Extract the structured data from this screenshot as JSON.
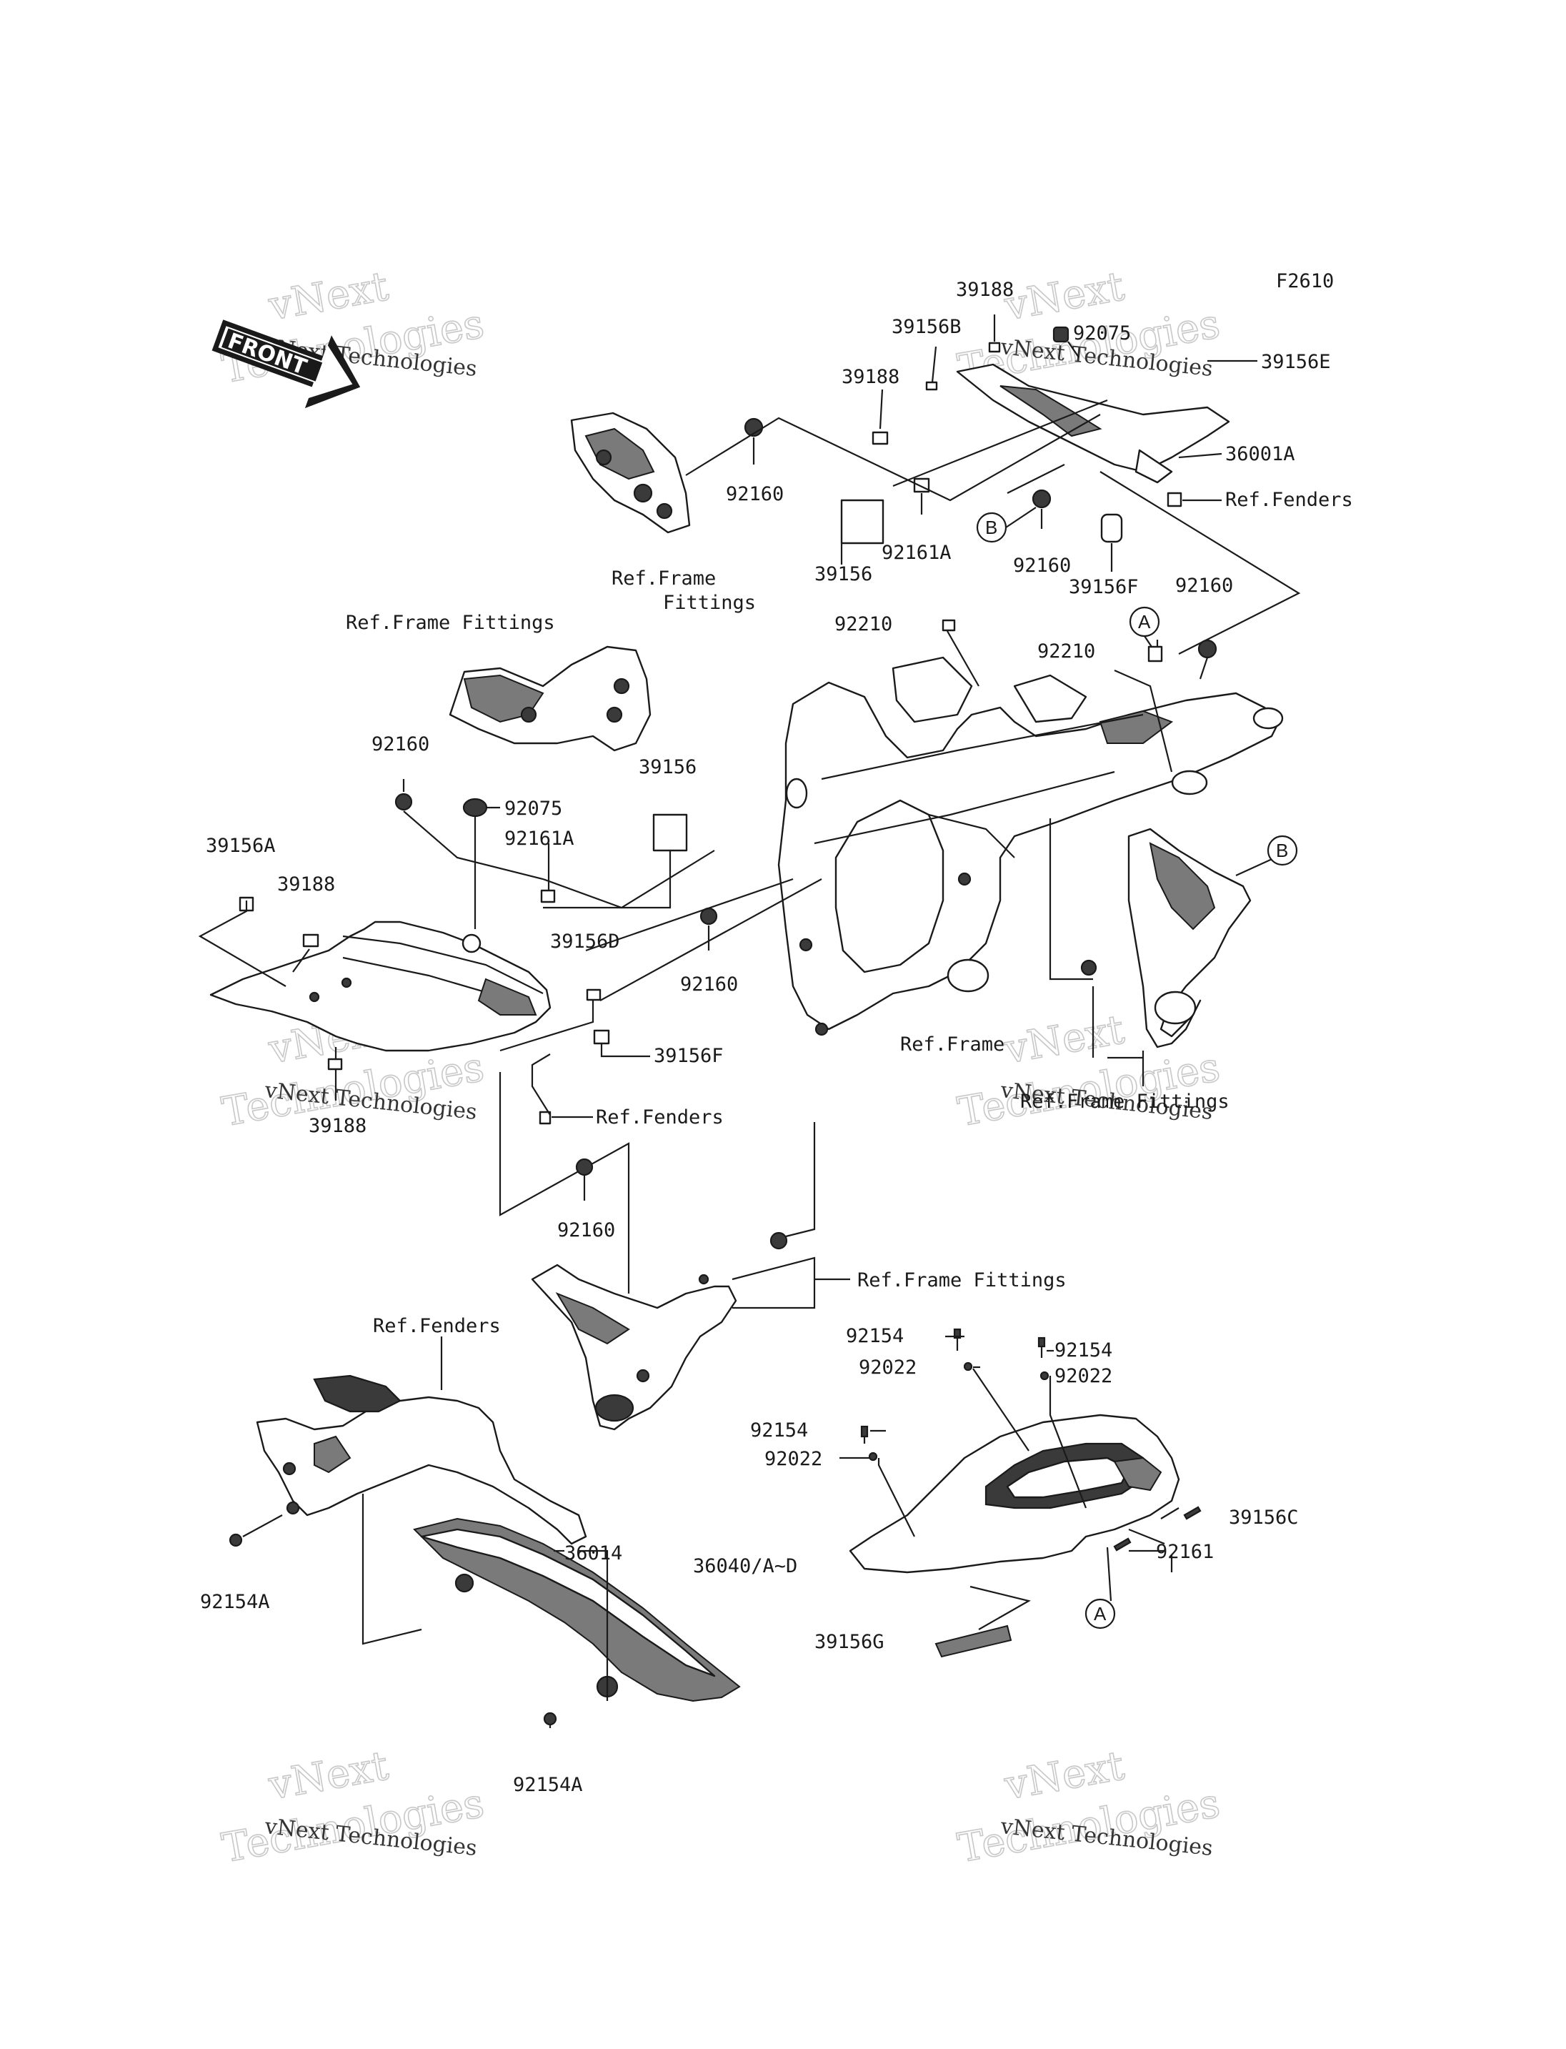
{
  "figure_code": "F2610",
  "front_label": "FRONT",
  "watermark": {
    "small": "vNext Technologies",
    "large": "Technologies",
    "large_prefix": "vNext"
  },
  "labels": {
    "l39188_top": "39188",
    "l39156B": "39156B",
    "l92075_top": "92075",
    "l39156E": "39156E",
    "l39188_mid": "39188",
    "l36001A": "36001A",
    "l92160_top": "92160",
    "ref_fenders_top": "Ref.Fenders",
    "l92161A_top": "92161A",
    "l92160_b": "92160",
    "l39156_top": "39156",
    "l39156F_top": "39156F",
    "ref_frame_top_1": "Ref.Frame",
    "ref_frame_top_2": "Fittings",
    "l92160_right": "92160",
    "l92210_a": "92210",
    "l92210_b": "92210",
    "ref_frame_fittings_left": "Ref.Frame Fittings",
    "l92160_left": "92160",
    "l39156_left": "39156",
    "l92075_left": "92075",
    "l92161A_left": "92161A",
    "l39156A": "39156A",
    "l39188_left": "39188",
    "l39156D": "39156D",
    "l92160_center": "92160",
    "l39156F_left": "39156F",
    "ref_frame": "Ref.Frame",
    "ref_frame_fittings_right": "Ref.Frame Fittings",
    "l39188_bottom": "39188",
    "ref_fenders_left": "Ref.Fenders",
    "l92160_lower": "92160",
    "ref_frame_fittings_lower": "Ref.Frame Fittings",
    "ref_fenders_lower": "Ref.Fenders",
    "l92154_a": "92154",
    "l92022_a": "92022",
    "l92154_b": "92154",
    "l92022_b": "92022",
    "l92154_c": "92154",
    "l92022_c": "92022",
    "l39156C": "39156C",
    "l36014": "36014",
    "l36040": "36040/A~D",
    "l92161": "92161",
    "l92154A_a": "92154A",
    "l39156G": "39156G",
    "l92154A_b": "92154A"
  },
  "callouts": {
    "A": "A",
    "B": "B"
  }
}
